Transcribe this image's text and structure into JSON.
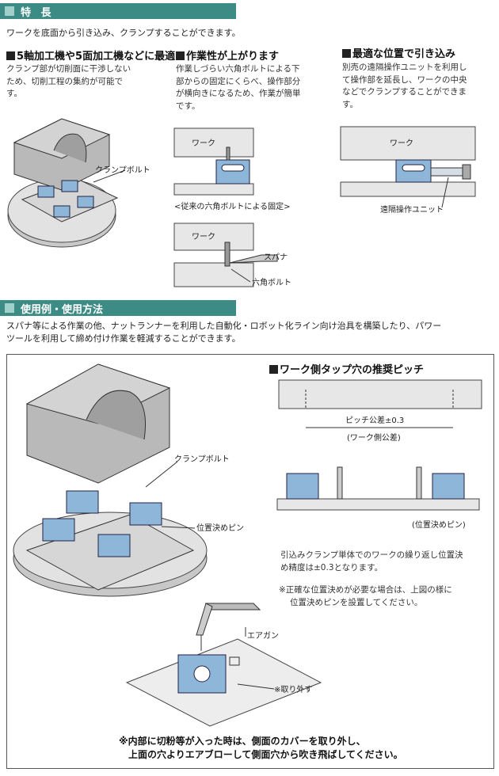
{
  "features": {
    "title": "特 長",
    "intro": "ワークを底面から引き込み、クランプすることができます。",
    "items": [
      {
        "heading": "5軸加工機や5面加工機などに最適",
        "text": [
          "クランプ部が切削面に干渉しない",
          "ため、切削工程の集約が可能で",
          "す。"
        ]
      },
      {
        "heading": "作業性が上がります",
        "text": [
          "作業しづらい六角ボルトによる下",
          "部からの固定にくらべ、操作部分",
          "が横向きになるため、作業が簡単",
          "です。"
        ]
      },
      {
        "heading": "最適な位置で引き込み",
        "text": [
          "別売の遠隔操作ユニットを利用し",
          "て操作部を延長し、ワークの中央",
          "などでクランプすることができま",
          "す。"
        ]
      }
    ],
    "labels": {
      "clamp_bolt": "クランプボルト",
      "work": "ワーク",
      "conventional": "<従来の六角ボルトによる固定>",
      "spanner": "スパナ",
      "hex_bolt": "六角ボルト",
      "remote_unit": "遠隔操作ユニット"
    }
  },
  "usage": {
    "title": "使用例・使用方法",
    "intro": [
      "スパナ等による作業の他、ナットランナーを利用した自動化・ロボット化ライン向け治具を構築したり、パワー",
      "ツールを利用して締め付け作業を軽減することができます。"
    ],
    "labels": {
      "clamp_bolt": "クランプボルト",
      "locating_pin": "位置決めピン",
      "air_gun": "エアガン",
      "remove": "※取り外す"
    },
    "pitch": {
      "heading": "ワーク側タップ穴の推奨ピッチ",
      "tolerance": "ピッチ公差±0.3",
      "tolerance_note": "(ワーク側公差)",
      "pin_label": "(位置決めピン)",
      "repeat_text": [
        "引込みクランプ単体でのワークの繰り返し位置決",
        "め精度は±0.3となります。"
      ],
      "note": [
        "※正確な位置決めが必要な場合は、上図の様に",
        "位置決めピンを設置してください。"
      ]
    },
    "bottom_note": [
      "※内部に切粉等が入った時は、側面のカバーを取り外し、",
      "上面の穴よりエアブローして側面穴から吹き飛ばしてください。"
    ]
  },
  "colors": {
    "section_bar": "#3c8c85",
    "section_mark": "#9fd0c9",
    "clamp_blue": "#8eb6d9",
    "gray_block": "#b9b9b9"
  }
}
